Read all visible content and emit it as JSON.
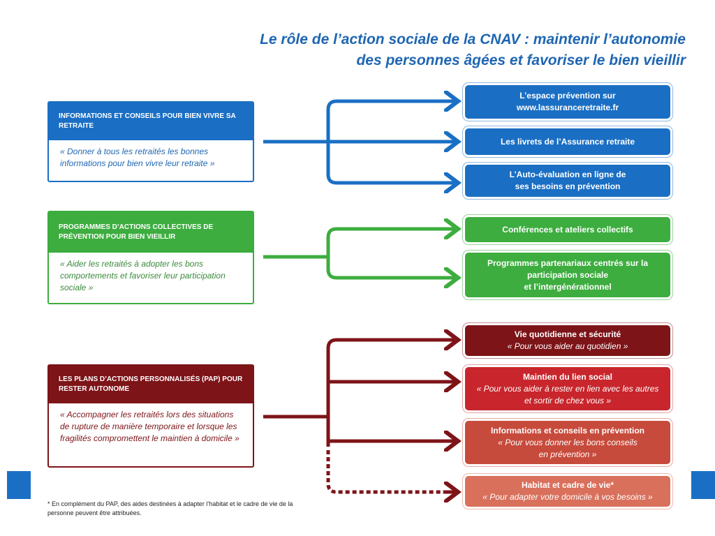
{
  "title": {
    "line1": "Le rôle de l’action sociale de la CNAV : maintenir l’autonomie",
    "line2": "des personnes âgées et favoriser le bien vieillir"
  },
  "colors": {
    "blue": "#1f66b2",
    "blue_box": "#1a6fc4",
    "green": "#3dad3f",
    "dark_red": "#7d1418",
    "red": "#c8262c",
    "rust": "#c74b3c",
    "salmon": "#d9705c"
  },
  "sections": [
    {
      "heading": "INFORMATIONS ET CONSEILS POUR BIEN VIVRE SA RETRAITE",
      "quote": "« Donner à tous les retraités les bonnes informations pour bien vivre leur retraite »"
    },
    {
      "heading": "PROGRAMMES D’ACTIONS COLLECTIVES DE PRÉVENTION POUR BIEN VIEILLIR",
      "quote": "« Aider les retraités à adopter les bons comportements et favoriser leur participation sociale »"
    },
    {
      "heading": "LES PLANS D’ACTIONS PERSONNALISÉS (PAP) POUR RESTER AUTONOME",
      "quote": "« Accompagner les retraités lors des situations de rupture de manière temporaire et lorsque les fragilités compromettent le maintien à domicile »"
    }
  ],
  "boxes": [
    {
      "title": "L’espace prévention sur",
      "sub": "www.lassuranceretraite.fr"
    },
    {
      "title": "Les livrets de l’Assurance retraite",
      "sub": ""
    },
    {
      "title": "L’Auto-évaluation en ligne de",
      "sub": "ses besoins en prévention"
    },
    {
      "title": "Conférences et ateliers collectifs",
      "sub": ""
    },
    {
      "title": "Programmes partenariaux centrés sur la participation sociale",
      "sub": "et l’intergénérationnel"
    },
    {
      "title": "Vie quotidienne et sécurité",
      "sub": "« Pour vous aider au quotidien »"
    },
    {
      "title": "Maintien du lien social",
      "sub": "« Pour vous aider à rester en lien avec les autres et sortir de chez vous »"
    },
    {
      "title": "Informations et conseils en prévention",
      "sub": "« Pour vous donner les bons conseils en prévention »"
    },
    {
      "title": "Habitat et cadre de vie*",
      "sub": "« Pour adapter votre domicile à vos besoins »"
    }
  ],
  "footnote": "* En complément du PAP, des aides destinées à adapter l’habitat et le cadre de vie de la personne peuvent être attribuées."
}
